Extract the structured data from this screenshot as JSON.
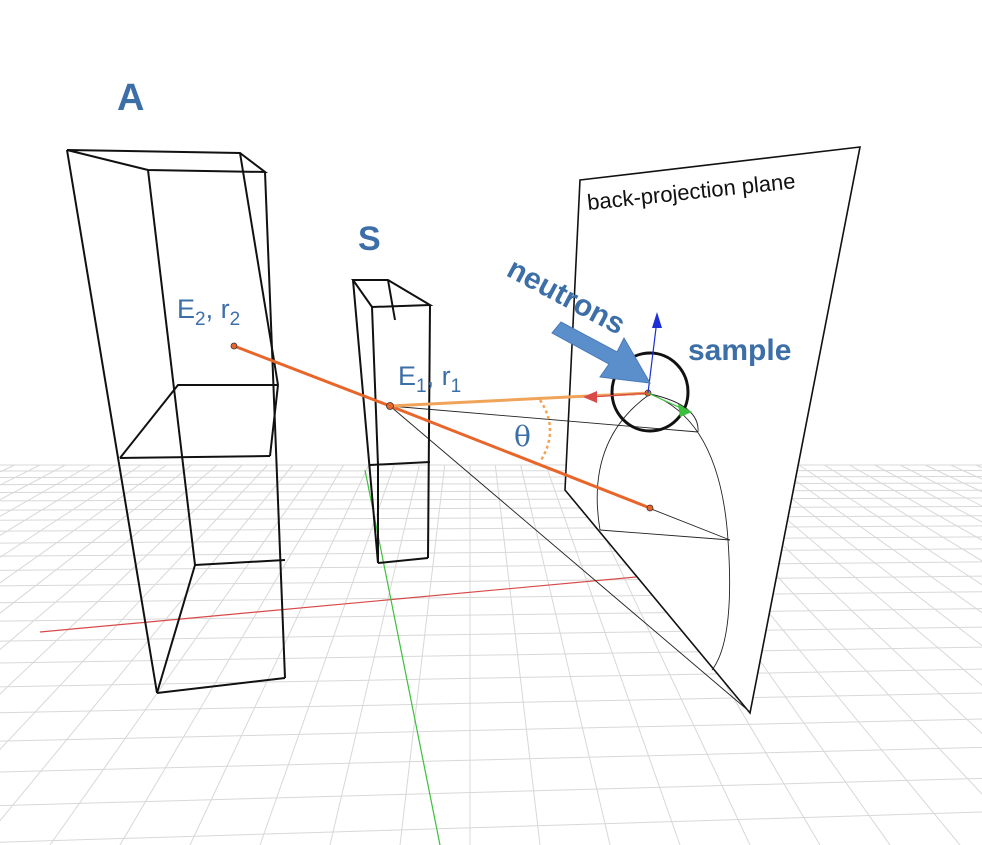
{
  "labels": {
    "detector_a": "A",
    "detector_s": "S",
    "e2_main": "E",
    "e2_sub": "2",
    "r2_main": ", r",
    "r2_sub": "2",
    "e1_main": "E",
    "e1_sub": "1",
    "r1_main": ", r",
    "r1_sub": "1",
    "theta": "θ",
    "plane": "back-projection plane",
    "neutrons": "neutrons",
    "sample": "sample"
  },
  "colors": {
    "label_blue": "#3c6ea8",
    "arrow_blue": "#5b8fcc",
    "track_orange": "#e8662a",
    "track_light_orange": "#f0a45a",
    "grid": "#d8d8d8",
    "axis_red": "#d84a4a",
    "axis_green": "#3cbf3c",
    "axis_blue": "#1a2fd6",
    "outline": "#111111"
  }
}
